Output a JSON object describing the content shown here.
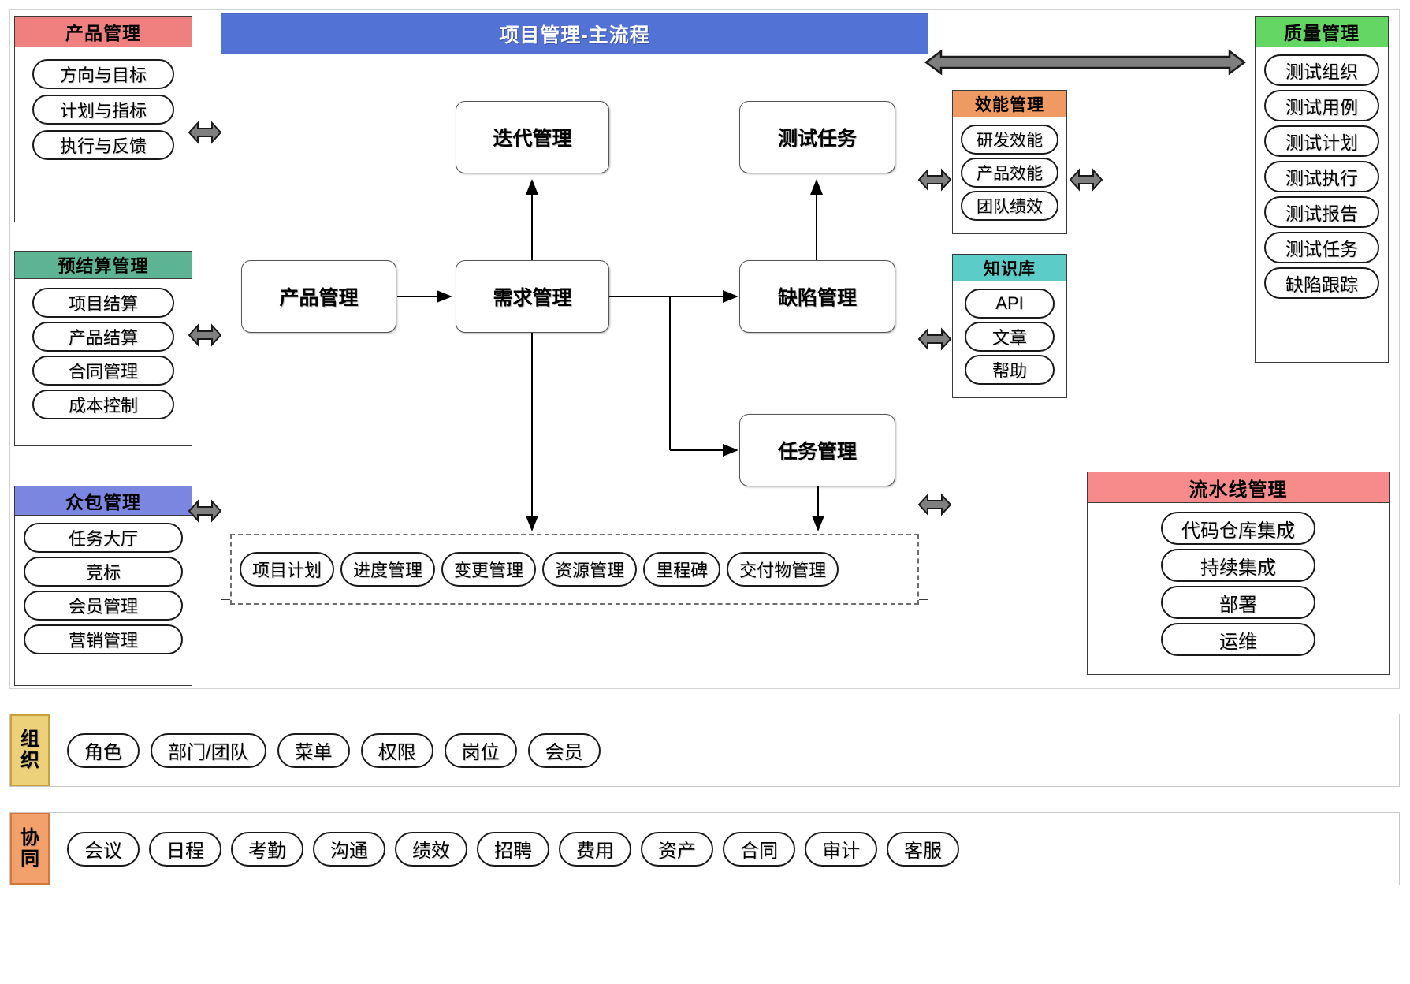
{
  "diagram": {
    "title": "项目管理-主流程",
    "colors": {
      "product_header": "#f08080",
      "budget_header": "#5cb494",
      "crowd_header": "#7a86e0",
      "main_header": "#5272d6",
      "efficiency_header": "#ef9a63",
      "knowledge_header": "#5cccc8",
      "quality_header": "#63d663",
      "pipeline_header": "#f78b8b",
      "org_tag": "#ecd07a",
      "collab_tag": "#f2a16c",
      "pipeline_dot": "#f0922b"
    },
    "left_panels": [
      {
        "name": "product-management",
        "title": "产品管理",
        "items": [
          "方向与目标",
          "计划与指标",
          "执行与反馈"
        ]
      },
      {
        "name": "budget-settlement-management",
        "title": "预结算管理",
        "items": [
          "项目结算",
          "产品结算",
          "合同管理",
          "成本控制"
        ]
      },
      {
        "name": "crowdsourcing-management",
        "title": "众包管理",
        "items": [
          "任务大厅",
          "竞标",
          "会员管理",
          "营销管理"
        ]
      }
    ],
    "main_flow": {
      "title": "项目管理-主流程",
      "nodes": [
        {
          "id": "product",
          "label": "产品管理"
        },
        {
          "id": "requirement",
          "label": "需求管理"
        },
        {
          "id": "iteration",
          "label": "迭代管理"
        },
        {
          "id": "test-task",
          "label": "测试任务"
        },
        {
          "id": "defect",
          "label": "缺陷管理"
        },
        {
          "id": "task",
          "label": "任务管理"
        }
      ],
      "edges": [
        {
          "from": "product",
          "to": "requirement"
        },
        {
          "from": "requirement",
          "to": "iteration"
        },
        {
          "from": "requirement",
          "to": "defect"
        },
        {
          "from": "requirement",
          "to": "task"
        },
        {
          "from": "defect",
          "to": "test-task"
        },
        {
          "from": "requirement",
          "to": "sub-modules"
        },
        {
          "from": "task",
          "to": "sub-modules"
        }
      ],
      "sub_modules": [
        "项目计划",
        "进度管理",
        "变更管理",
        "资源管理",
        "里程碑",
        "交付物管理"
      ]
    },
    "right_panels": [
      {
        "name": "efficiency-management",
        "title": "效能管理",
        "items": [
          "研发效能",
          "产品效能",
          "团队绩效"
        ]
      },
      {
        "name": "knowledge-base",
        "title": "知识库",
        "items": [
          "API",
          "文章",
          "帮助"
        ]
      },
      {
        "name": "quality-management",
        "title": "质量管理",
        "items": [
          "测试组织",
          "测试用例",
          "测试计划",
          "测试执行",
          "测试报告",
          "测试任务",
          "缺陷跟踪"
        ]
      },
      {
        "name": "pipeline-management",
        "title": "流水线管理",
        "items": [
          "代码仓库集成",
          "持续集成",
          "部署",
          "运维"
        ]
      }
    ],
    "bottom_strips": [
      {
        "name": "organization",
        "tag": "组织",
        "items": [
          "角色",
          "部门/团队",
          "菜单",
          "权限",
          "岗位",
          "会员"
        ]
      },
      {
        "name": "collaboration",
        "tag": "协同",
        "items": [
          "会议",
          "日程",
          "考勤",
          "沟通",
          "绩效",
          "招聘",
          "费用",
          "资产",
          "合同",
          "审计",
          "客服"
        ]
      }
    ]
  }
}
